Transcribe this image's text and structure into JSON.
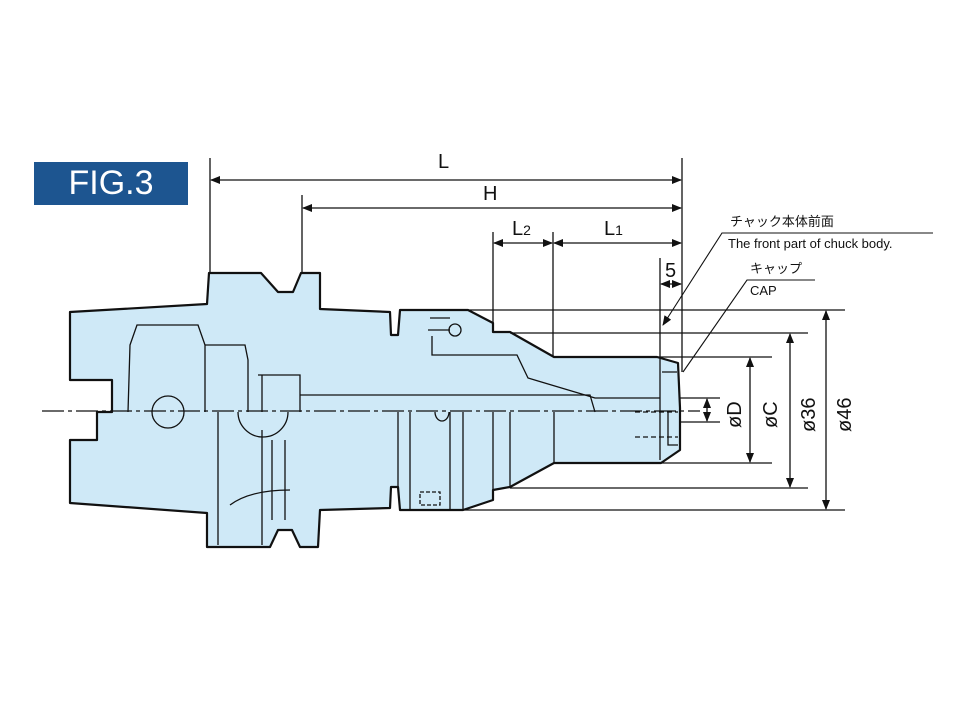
{
  "figure": {
    "label": "FIG.3",
    "badge_color": "#1d5590",
    "body_fill": "#cfe9f7"
  },
  "dimensions": {
    "L": "L",
    "H": "H",
    "L2_main": "L",
    "L2_sub": "2",
    "L1_main": "L",
    "L1_sub": "1",
    "five": "5",
    "D": "øD",
    "C": "øC",
    "d36": "ø36",
    "d46": "ø46"
  },
  "notes": {
    "chuck_front_jp": "チャック本体前面",
    "chuck_front_en": "The front part of chuck body.",
    "cap_jp": "キャップ",
    "cap_en": "CAP"
  }
}
